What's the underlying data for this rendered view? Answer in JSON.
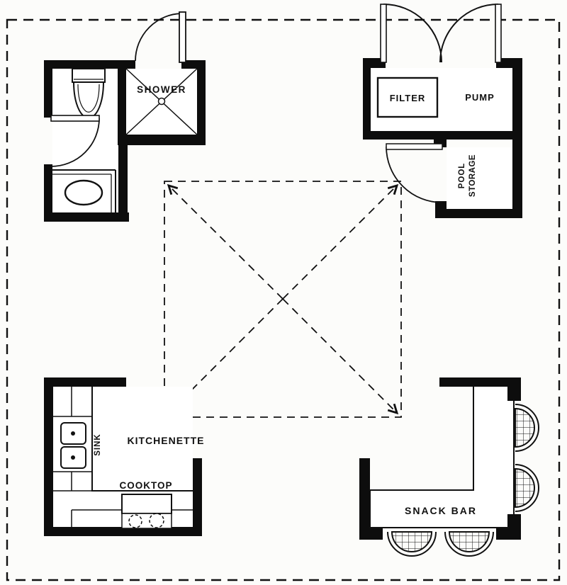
{
  "drawing": {
    "title": "pool-cabana-floor-plan",
    "labels": {
      "shower": "SHOWER",
      "filter": "FILTER",
      "pump": "PUMP",
      "pool_storage_line1": "POOL",
      "pool_storage_line2": "STORAGE",
      "sink": "SINK",
      "kitchenette": "KITCHENETTE",
      "cooktop": "COOKTOP",
      "snack_bar": "SNACK BAR"
    },
    "colors": {
      "ink": "#111111",
      "paper": "#fcfcfa",
      "room_fill": "#ffffff"
    }
  }
}
